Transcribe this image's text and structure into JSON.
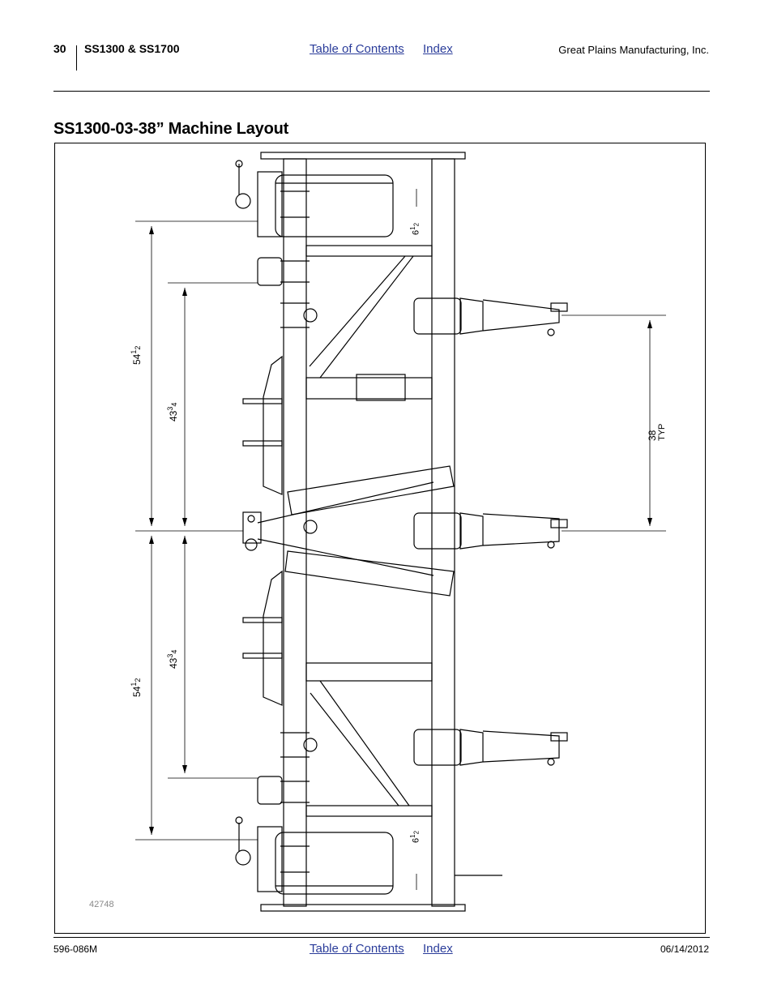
{
  "header": {
    "page_number": "30",
    "model": "SS1300 & SS1700",
    "toc_link": "Table of Contents",
    "index_link": "Index",
    "company": "Great Plains Manufacturing, Inc."
  },
  "title": "SS1300-03-38” Machine Layout",
  "drawing": {
    "figure_number": "42748",
    "dims": {
      "offset_top_whole": "6",
      "offset_top_num": "1",
      "offset_top_den": "2",
      "outer_a_whole": "54",
      "outer_a_num": "1",
      "outer_a_den": "2",
      "inner_a_whole": "43",
      "inner_a_num": "3",
      "inner_a_den": "4",
      "spacing": "38",
      "spacing_note": "TYP",
      "inner_b_whole": "43",
      "inner_b_num": "3",
      "inner_b_den": "4",
      "outer_b_whole": "54",
      "outer_b_num": "1",
      "outer_b_den": "2",
      "offset_bot_whole": "6",
      "offset_bot_num": "1",
      "offset_bot_den": "2"
    }
  },
  "footer": {
    "doc_number": "596-086M",
    "toc_link": "Table of Contents",
    "index_link": "Index",
    "date": "06/14/2012"
  }
}
